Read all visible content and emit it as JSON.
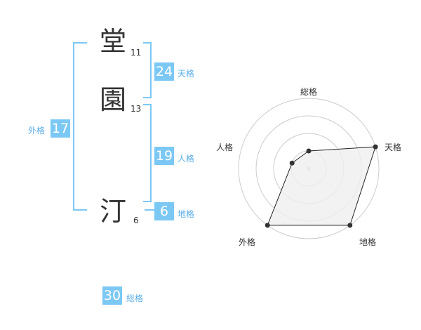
{
  "name": {
    "chars": [
      {
        "char": "堂",
        "strokes": "11"
      },
      {
        "char": "園",
        "strokes": "13"
      },
      {
        "char": "汀",
        "strokes": "6"
      }
    ]
  },
  "fortune": {
    "tenkaku": {
      "value": "24",
      "label": "天格"
    },
    "jinkaku": {
      "value": "19",
      "label": "人格"
    },
    "chikaku": {
      "value": "6",
      "label": "地格"
    },
    "gaikaku": {
      "value": "17",
      "label": "外格"
    },
    "soukaku": {
      "value": "30",
      "label": "総格"
    }
  },
  "chart_data": {
    "type": "radar",
    "axes": [
      "総格",
      "天格",
      "地格",
      "外格",
      "人格"
    ],
    "rings": 4,
    "values": [
      1.0,
      4.0,
      4.0,
      4.0,
      1.0
    ],
    "max": 4,
    "colors": {
      "fill": "#efefef",
      "stroke": "#222",
      "grid": "#cccccc"
    }
  }
}
